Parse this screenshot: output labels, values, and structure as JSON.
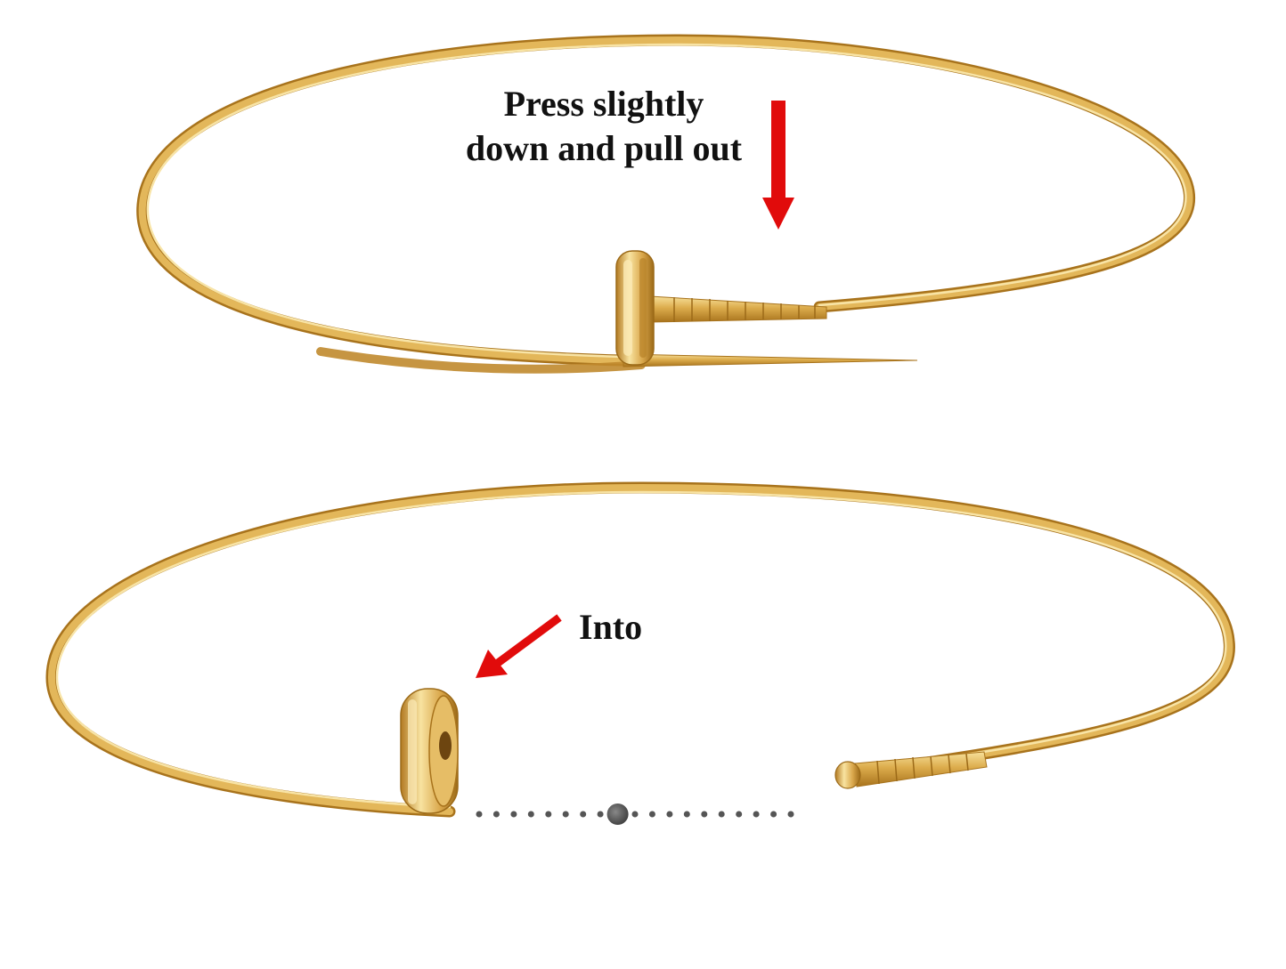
{
  "instructions": {
    "step1_line1": "Press slightly",
    "step1_line2": "down and pull out",
    "step2": "Into"
  },
  "colors": {
    "gold_light": "#f6d98c",
    "gold_mid": "#dcac4c",
    "gold_dark": "#a8731c",
    "arrow_red": "#e10b0b",
    "dot_gray": "#555555",
    "text": "#111111"
  },
  "icons": {
    "top_arrow": "arrow-down-icon",
    "bottom_arrow": "arrow-down-left-icon",
    "slider_dots": "carousel-dots-icon"
  },
  "carousel": {
    "dot_count": 19,
    "active_index": 8
  }
}
